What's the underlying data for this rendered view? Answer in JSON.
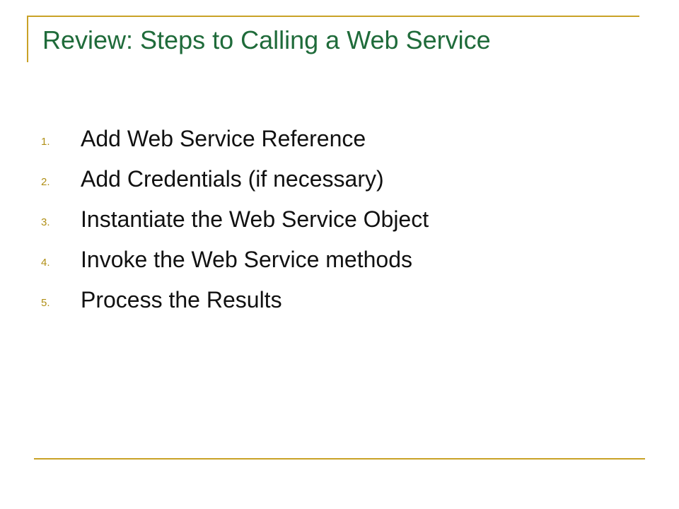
{
  "slide": {
    "title": "Review: Steps to Calling a Web Service",
    "steps": [
      {
        "number": "1.",
        "text": "Add Web Service Reference"
      },
      {
        "number": "2.",
        "text": "Add Credentials (if necessary)"
      },
      {
        "number": "3.",
        "text": "Instantiate the Web Service Object"
      },
      {
        "number": "4.",
        "text": "Invoke the Web Service methods"
      },
      {
        "number": "5.",
        "text": "Process the Results"
      }
    ]
  },
  "colors": {
    "title": "#1f6b3a",
    "accent": "#c9a227",
    "step_number": "#b08f16",
    "body_text": "#111111",
    "background": "#ffffff"
  }
}
